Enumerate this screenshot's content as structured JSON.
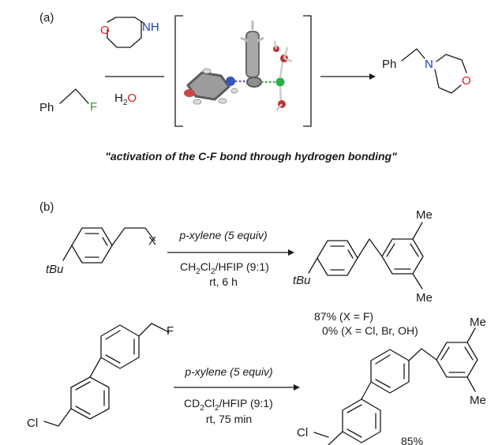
{
  "panel_a": {
    "label": "(a)",
    "reactant": {
      "ph": "Ph",
      "f": "F"
    },
    "reagent_top": {
      "o": "O",
      "nh": "NH"
    },
    "reagent_bottom": {
      "h2": "H",
      "sub2": "2",
      "o": "O"
    },
    "product": {
      "ph": "Ph",
      "n": "N",
      "o": "O"
    },
    "caption": "\"activation of the C-F bond through hydrogen bonding\""
  },
  "panel_b": {
    "label": "(b)",
    "reaction1": {
      "sub_x": "X",
      "sub_tbu": "tBu",
      "cond_line1": "p-xylene (5 equiv)",
      "cond_line2_a": "CH",
      "cond_line2_s1": "2",
      "cond_line2_b": "Cl",
      "cond_line2_s2": "2",
      "cond_line2_c": "/HFIP (9:1)",
      "cond_line3": "rt, 6 h",
      "prod_tbu": "tBu",
      "prod_me_top": "Me",
      "prod_me_bottom": "Me",
      "yield1": "87% (X = F)",
      "yield2": "0% (X = Cl, Br, OH)"
    },
    "reaction2": {
      "sub_f": "F",
      "sub_cl": "Cl",
      "cond_line1": "p-xylene (5 equiv)",
      "cond_line2_a": "CD",
      "cond_line2_s1": "2",
      "cond_line2_b": "Cl",
      "cond_line2_s2": "2",
      "cond_line2_c": "/HFIP (9:1)",
      "cond_line3": "rt, 75 min",
      "prod_cl": "Cl",
      "prod_me_top": "Me",
      "prod_me_bottom": "Me",
      "yield": "85%"
    }
  },
  "colors": {
    "fluorine": "#2a9a2a",
    "oxygen": "#d42020",
    "nitrogen": "#1a3fb0",
    "text": "#1a1a1a"
  }
}
